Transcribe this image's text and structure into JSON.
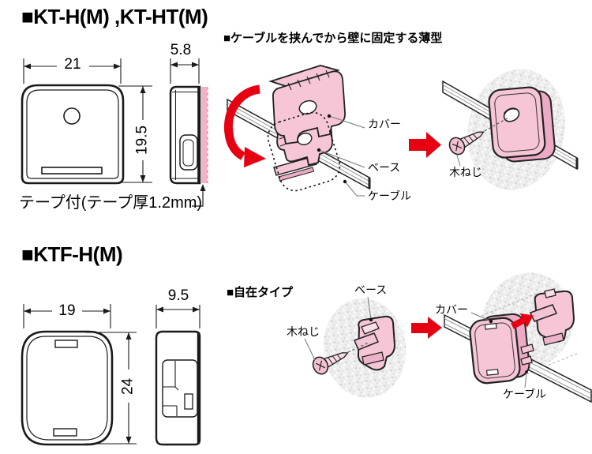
{
  "colors": {
    "accent_red": "#e60012",
    "part_pink": "#f6c6d7",
    "part_pink_shade": "#edaac4",
    "tape_pink": "#f2b3c6",
    "line": "#1a1a1a",
    "wall_gray": "#e9e9e9"
  },
  "sections": {
    "kt": {
      "title": "■KT-H(M) ,KT-HT(M)",
      "subtitle": "■ケーブルを挟んでから壁に固定する薄型",
      "dims": {
        "width": "21",
        "height": "19.5",
        "depth": "5.8"
      },
      "tape_note": "テープ付(テープ厚1.2mm)",
      "labels": {
        "cover": "カバー",
        "base": "ベース",
        "cable": "ケーブル",
        "screw": "木ねじ"
      }
    },
    "ktf": {
      "title": "■KTF-H(M)",
      "subtitle": "■自在タイプ",
      "dims": {
        "width": "19",
        "height": "24",
        "depth": "9.5"
      },
      "labels": {
        "base": "ベース",
        "screw": "木ねじ",
        "cover": "カバー",
        "cable": "ケーブル"
      }
    }
  }
}
